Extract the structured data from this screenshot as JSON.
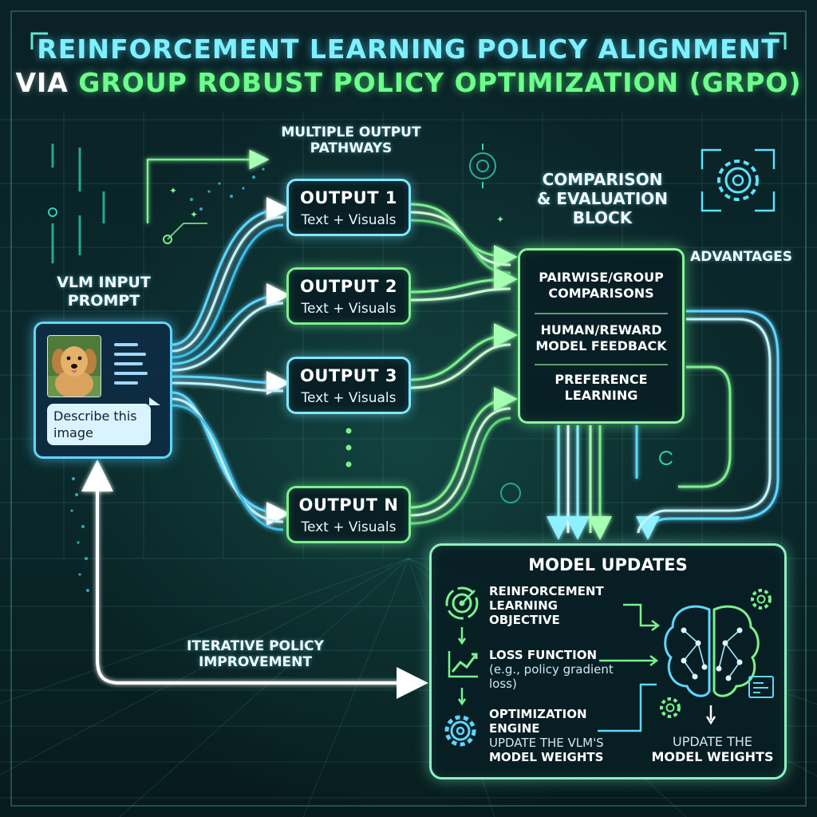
{
  "title": {
    "line1": "REINFORCEMENT LEARNING POLICY ALIGNMENT",
    "line2_prefix": "VIA ",
    "line2_highlight": "GROUP ROBUST POLICY OPTIMIZATION (GRPO)"
  },
  "input": {
    "heading_line1": "VLM INPUT",
    "heading_line2": "PROMPT",
    "prompt_text": "Describe this image",
    "image_icon": "dog-photo"
  },
  "pathways_label_line1": "MULTIPLE OUTPUT",
  "pathways_label_line2": "PATHWAYS",
  "outputs": [
    {
      "title": "OUTPUT 1",
      "subtitle": "Text + Visuals"
    },
    {
      "title": "OUTPUT 2",
      "subtitle": "Text + Visuals"
    },
    {
      "title": "OUTPUT 3",
      "subtitle": "Text + Visuals"
    },
    {
      "title": "OUTPUT N",
      "subtitle": "Text + Visuals"
    }
  ],
  "evaluation": {
    "heading_line1": "COMPARISON",
    "heading_line2": "& EVALUATION",
    "heading_line3": "BLOCK",
    "items": [
      {
        "line1": "PAIRWISE/GROUP",
        "line2": "COMPARISONS"
      },
      {
        "line1": "HUMAN/REWARD",
        "line2": "MODEL FEEDBACK"
      },
      {
        "line1": "PREFERENCE",
        "line2": "LEARNING"
      }
    ]
  },
  "advantages_label": "ADVANTAGES",
  "loop_label_line1": "ITERATIVE POLICY",
  "loop_label_line2": "IMPROVEMENT",
  "model_updates": {
    "title": "MODEL UPDATES",
    "rl_line1": "REINFORCEMENT",
    "rl_line2": "LEARNING",
    "rl_line3": "OBJECTIVE",
    "loss_title": "LOSS FUNCTION",
    "loss_sub1": "(e.g., policy gradient",
    "loss_sub2": "loss)",
    "opt_line1": "OPTIMIZATION",
    "opt_line2": "ENGINE",
    "opt_sub1": "UPDATE THE VLM'S",
    "opt_sub2": "MODEL WEIGHTS",
    "brain_caption_line1": "UPDATE THE",
    "brain_caption_line2": "MODEL WEIGHTS"
  },
  "colors": {
    "cyan": "#7fe9ff",
    "green": "#7cf08e",
    "background": "#07171c"
  }
}
